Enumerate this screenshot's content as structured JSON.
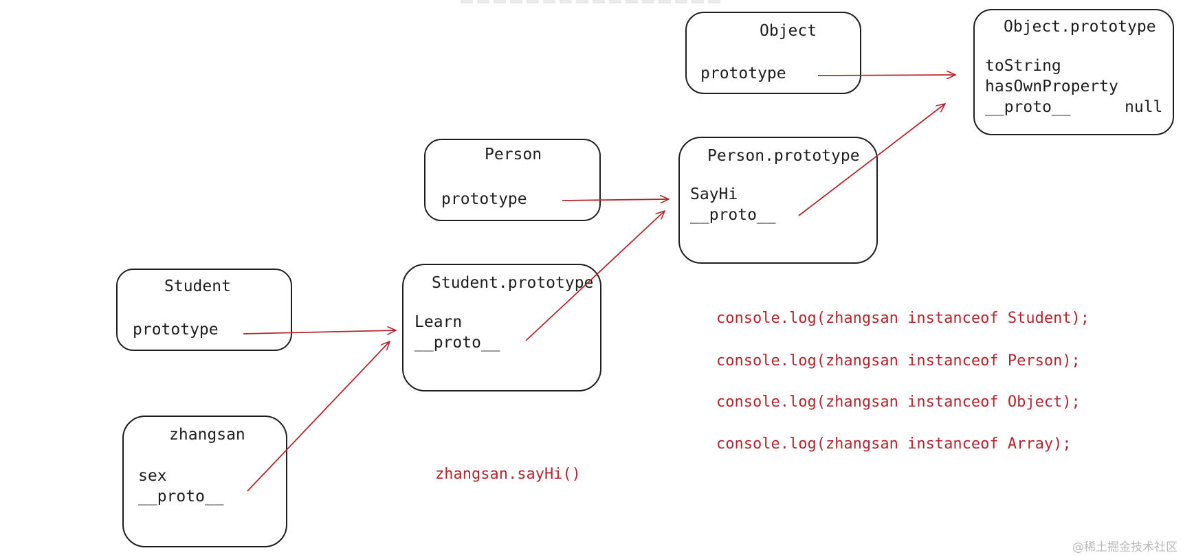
{
  "boxes": {
    "object": {
      "title": "Object",
      "lines": [
        "prototype"
      ]
    },
    "object_prototype": {
      "title": "Object.prototype",
      "lines": [
        "toString",
        "hasOwnProperty",
        "__proto__"
      ],
      "aside": "null"
    },
    "person": {
      "title": "Person",
      "lines": [
        "prototype"
      ]
    },
    "person_prototype": {
      "title": "Person.prototype",
      "lines": [
        "SayHi",
        "__proto__"
      ]
    },
    "student": {
      "title": "Student",
      "lines": [
        "prototype"
      ]
    },
    "student_prototype": {
      "title": "Student.prototype",
      "lines": [
        "Learn",
        "__proto__"
      ]
    },
    "zhangsan": {
      "title": "zhangsan",
      "lines": [
        "sex",
        "__proto__"
      ]
    }
  },
  "call_example": "zhangsan.sayHi()",
  "console_lines": [
    "console.log(zhangsan instanceof Student);",
    "console.log(zhangsan instanceof Person);",
    "console.log(zhangsan instanceof Object);",
    "console.log(zhangsan instanceof Array);"
  ],
  "watermark": "@稀土掘金技术社区",
  "colors": {
    "stroke": "#1e1e1e",
    "arrow": "#b3262e",
    "text": "#1e1e1e"
  }
}
